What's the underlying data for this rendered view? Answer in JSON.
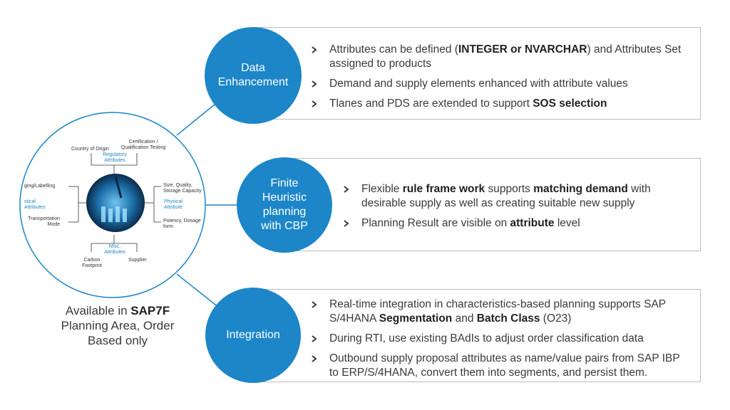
{
  "pills": {
    "data_enhancement": [
      "Data",
      "Enhancement"
    ],
    "finite_heuristic": [
      "Finite",
      "Heuristic",
      "planning",
      "with CBP"
    ],
    "integration": [
      "Integration"
    ]
  },
  "box1": {
    "items": [
      {
        "parts": [
          [
            "Attributes can be defined (",
            false
          ],
          [
            "INTEGER or NVARCHAR",
            true
          ],
          [
            ") and Attributes Set assigned to products",
            false
          ]
        ]
      },
      {
        "parts": [
          [
            "Demand and supply elements enhanced with attribute values",
            false
          ]
        ]
      },
      {
        "parts": [
          [
            "Tlanes and PDS are extended to support ",
            false
          ],
          [
            "SOS selection",
            true
          ]
        ]
      }
    ]
  },
  "box2": {
    "items": [
      {
        "parts": [
          [
            "Flexible ",
            false
          ],
          [
            "rule frame work",
            true
          ],
          [
            " supports ",
            false
          ],
          [
            "matching demand",
            true
          ],
          [
            " with desirable supply as well as creating suitable new supply",
            false
          ]
        ]
      },
      {
        "parts": [
          [
            "Planning Result are visible on ",
            false
          ],
          [
            "attribute",
            true
          ],
          [
            " level",
            false
          ]
        ]
      }
    ]
  },
  "box3": {
    "items": [
      {
        "parts": [
          [
            "Real-time integration in characteristics-based planning supports SAP S/4HANA ",
            false
          ],
          [
            "Segmentation",
            true
          ],
          [
            " and ",
            false
          ],
          [
            "Batch Class",
            true
          ],
          [
            " (O23)",
            false
          ]
        ]
      },
      {
        "parts": [
          [
            "During RTI, use existing BAdIs to adjust order classification data",
            false
          ]
        ]
      },
      {
        "parts": [
          [
            "Outbound supply proposal attributes as name/value pairs from SAP IBP to ERP/S/4HANA, convert them into segments, and persist them.",
            false
          ]
        ]
      }
    ]
  },
  "diagram": {
    "country_of_origin": "Country of Origin",
    "certification": "Certification / Qualification Testing",
    "regulatory": "Regulatory Attributes",
    "packaging": "ging/Labelling",
    "logistical": "stical Attributes",
    "transportation": "Transportation Mode",
    "size_quality": "Size, Quality, Storage Capacity",
    "physical": "Physical Attribute",
    "potency": "Potency, Dosage form",
    "misc": "Misc. Attributes",
    "carbon": "Carbon Footprint",
    "supplier": "Supplier"
  },
  "caption": {
    "line1_prefix": "Available in ",
    "line1_bold": "SAP7F",
    "line2": "Planning Area, Order",
    "line3": "Based only"
  },
  "colors": {
    "accent": "#1c86c8",
    "border": "#bdbdbd",
    "text": "#3a3a3a"
  }
}
